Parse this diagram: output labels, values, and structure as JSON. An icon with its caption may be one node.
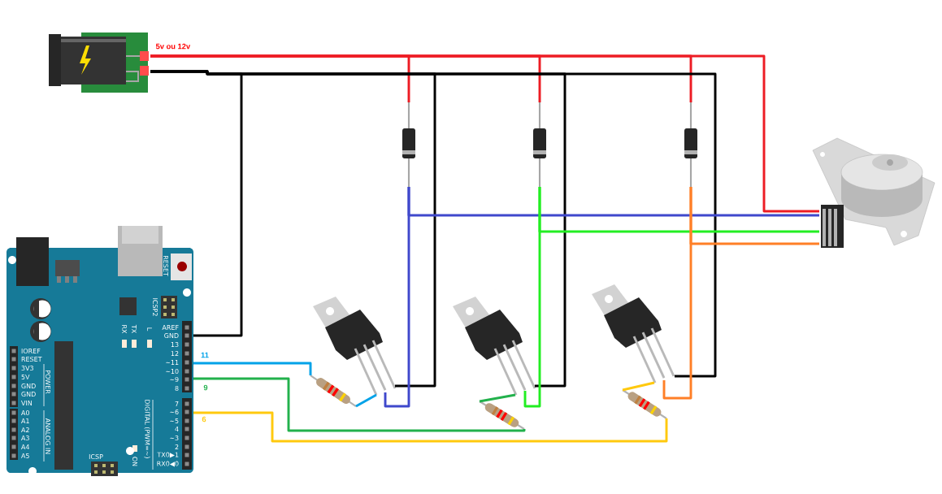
{
  "diagram": {
    "nodes": [
      {
        "text": [],
        "shape": "picture",
        "beside": [
          "5v ou 12v"
        ]
      },
      {
        "text": [],
        "shape": "picture"
      },
      {
        "text": [],
        "shape": "picture"
      },
      {
        "text": [],
        "shape": "picture"
      },
      {
        "text": [],
        "shape": "picture"
      },
      {
        "text": [],
        "shape": "picture"
      },
      {
        "text": [],
        "shape": "picture"
      },
      {
        "text": [],
        "shape": "picture"
      },
      {
        "text": [],
        "shape": "picture"
      },
      {
        "text": [],
        "shape": "picture"
      },
      {
        "text": [],
        "shape": "picture"
      },
      {
        "text": [],
        "shape": "picture"
      }
    ],
    "edges": [
      {
        "from": 0,
        "to": 2,
        "arrow": "none",
        "color": "#ed1c24"
      },
      {
        "from": 0,
        "to": 3,
        "arrow": "none",
        "color": "#ed1c24"
      },
      {
        "from": 0,
        "to": 4,
        "arrow": "none",
        "color": "#ed1c24"
      },
      {
        "from": 0,
        "to": 11,
        "arrow": "none",
        "color": "#ed1c24"
      },
      {
        "from": 0,
        "to": 1,
        "arrow": "none",
        "color": "#000000"
      },
      {
        "from": 0,
        "to": 5,
        "arrow": "none",
        "color": "#000000"
      },
      {
        "from": 0,
        "to": 6,
        "arrow": "none",
        "color": "#000000"
      },
      {
        "from": 0,
        "to": 7,
        "arrow": "none",
        "color": "#000000"
      },
      {
        "from": 2,
        "to": 11,
        "arrow": "none",
        "color": "#3f48cc"
      },
      {
        "from": 2,
        "to": 5,
        "arrow": "none",
        "color": "#3f48cc"
      },
      {
        "from": 3,
        "to": 11,
        "arrow": "none",
        "color": "#22ee22"
      },
      {
        "from": 3,
        "to": 6,
        "arrow": "none",
        "color": "#22ee22"
      },
      {
        "from": 4,
        "to": 11,
        "arrow": "none",
        "color": "#ff7f27"
      },
      {
        "from": 4,
        "to": 7,
        "arrow": "none",
        "color": "#ff7f27"
      },
      {
        "from": 1,
        "to": 8,
        "arrow": "none",
        "color": "#00a2e8",
        "label": "11"
      },
      {
        "from": 8,
        "to": 5,
        "arrow": "none",
        "color": "#00a2e8"
      },
      {
        "from": 1,
        "to": 9,
        "arrow": "none",
        "color": "#22b14c",
        "label": "9"
      },
      {
        "from": 9,
        "to": 6,
        "arrow": "none",
        "color": "#22b14c"
      },
      {
        "from": 1,
        "to": 10,
        "arrow": "none",
        "color": "#ffc90e",
        "label": "6"
      },
      {
        "from": 10,
        "to": 7,
        "arrow": "none",
        "color": "#ffc90e"
      }
    ],
    "labels": [
      "RESET",
      "ICSP2",
      "RX",
      "TX",
      "L",
      "AREF",
      "GND",
      "13",
      "12",
      "~11",
      "~10",
      "~9",
      "8",
      "7",
      "~6",
      "~5",
      "4",
      "~3",
      "2",
      "TX0▶1",
      "RX0◀0",
      "DIGITAL (PWM=~)",
      "IOREF",
      "RESET",
      "3V3",
      "5V",
      "GND",
      "GND",
      "VIN",
      "POWER",
      "A0",
      "A1",
      "A2",
      "A3",
      "A4",
      "A5",
      "ANALOG IN",
      "ICSP",
      "ON"
    ]
  }
}
